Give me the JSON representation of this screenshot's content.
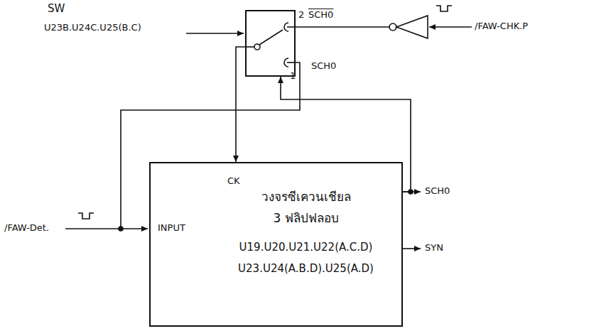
{
  "diagram": {
    "nodes": [
      {
        "text": [
          "SW"
        ]
      },
      {
        "text": [
          "วงจรซีเควนเชียล",
          "3 ฟลิปฟลอบ",
          "U19.U20.U21.U22(A.C.D)",
          "U23.U24(A.B.D).U25(A.D)",
          "CK",
          "INPUT"
        ]
      }
    ],
    "edges": [
      {
        "from": 0,
        "to": 1,
        "arrow": "to"
      },
      {
        "from": 1,
        "to": 0,
        "arrow": "to"
      }
    ],
    "labels": [
      "U23B.U24C.U25(B.C)",
      "2",
      "SCH0",
      "1",
      "SCH0",
      "/FAW-CHK.P",
      "/FAW-Det.",
      "SCH0",
      "SYN"
    ]
  }
}
